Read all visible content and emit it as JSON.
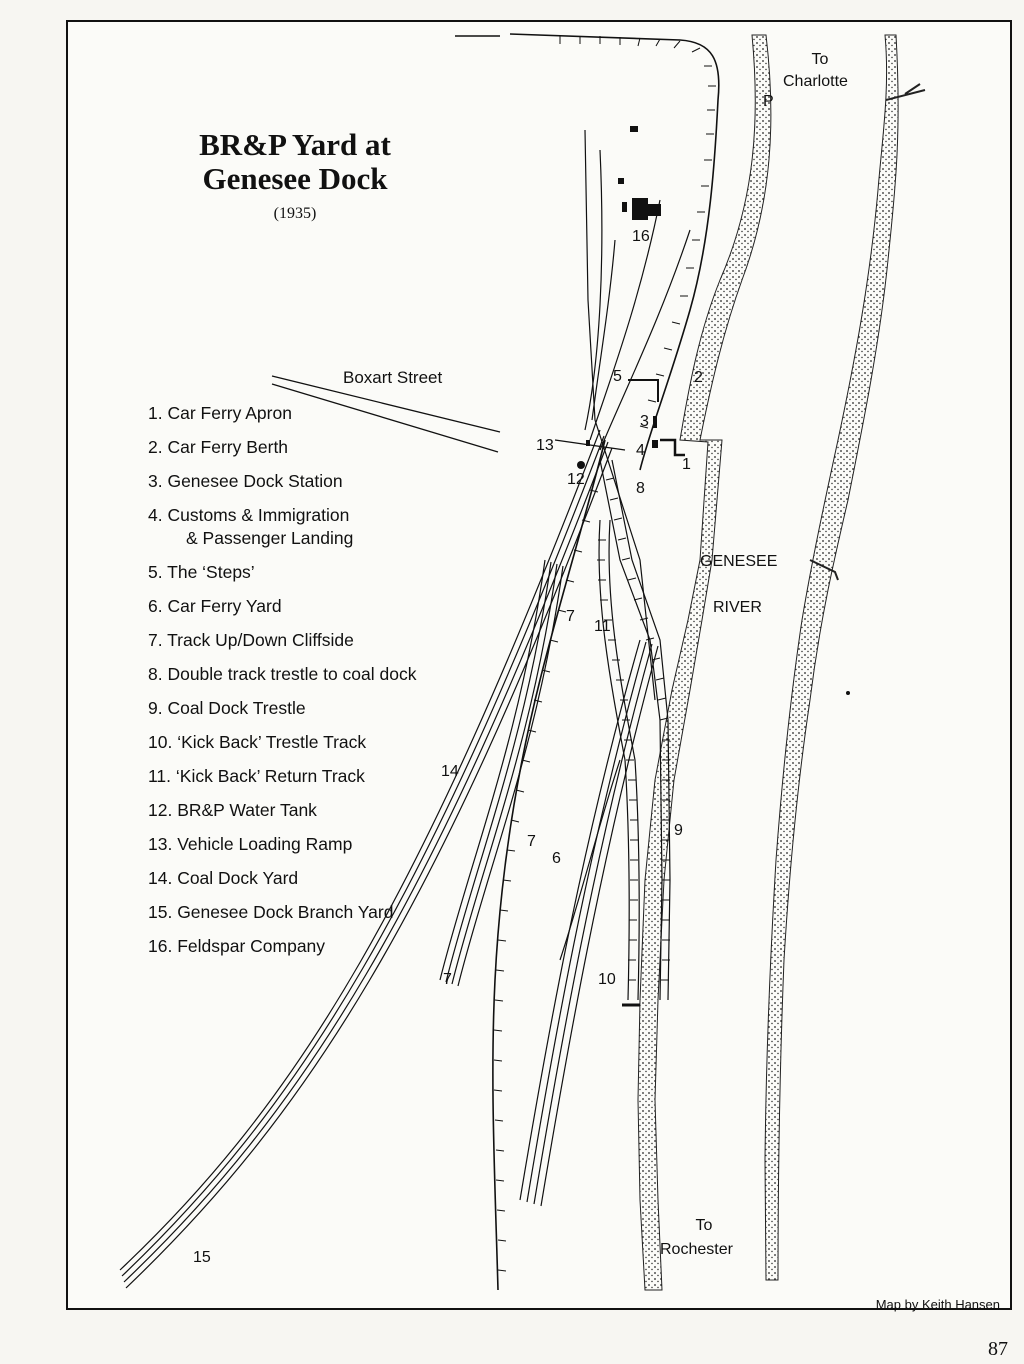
{
  "title_line1": "BR&P Yard at",
  "title_line2": "Genesee Dock",
  "year": "(1935)",
  "legend": [
    "1. Car Ferry Apron",
    "2. Car Ferry Berth",
    "3. Genesee Dock Station",
    "4. Customs & Immigration",
    "& Passenger Landing",
    "5. The ‘Steps’",
    "6. Car Ferry Yard",
    "7. Track Up/Down Cliffside",
    "8. Double track trestle to coal dock",
    "9. Coal Dock Trestle",
    "10. ‘Kick Back’ Trestle Track",
    "11. ‘Kick Back’ Return Track",
    "12. BR&P Water Tank",
    "13. Vehicle Loading Ramp",
    "14. Coal Dock Yard",
    "15. Genesee Dock Branch Yard",
    "16. Feldspar Company"
  ],
  "places": {
    "street": "Boxart Street",
    "to_charlotte_1": "To",
    "to_charlotte_2": "Charlotte",
    "to_rochester_1": "To",
    "to_rochester_2": "Rochester",
    "river_1": "GENESEE",
    "river_2": "RIVER",
    "marker_p": "P"
  },
  "numbers": {
    "n1": "1",
    "n2": "2",
    "n3": "3",
    "n4": "4",
    "n5": "5",
    "n6": "6",
    "n7a": "7",
    "n7b": "7",
    "n7c": "7",
    "n8": "8",
    "n9": "9",
    "n10": "10",
    "n11": "11",
    "n12": "12",
    "n13": "13",
    "n14": "14",
    "n15": "15",
    "n16": "16"
  },
  "credit": "Map by Keith Hansen",
  "page_number": "87"
}
